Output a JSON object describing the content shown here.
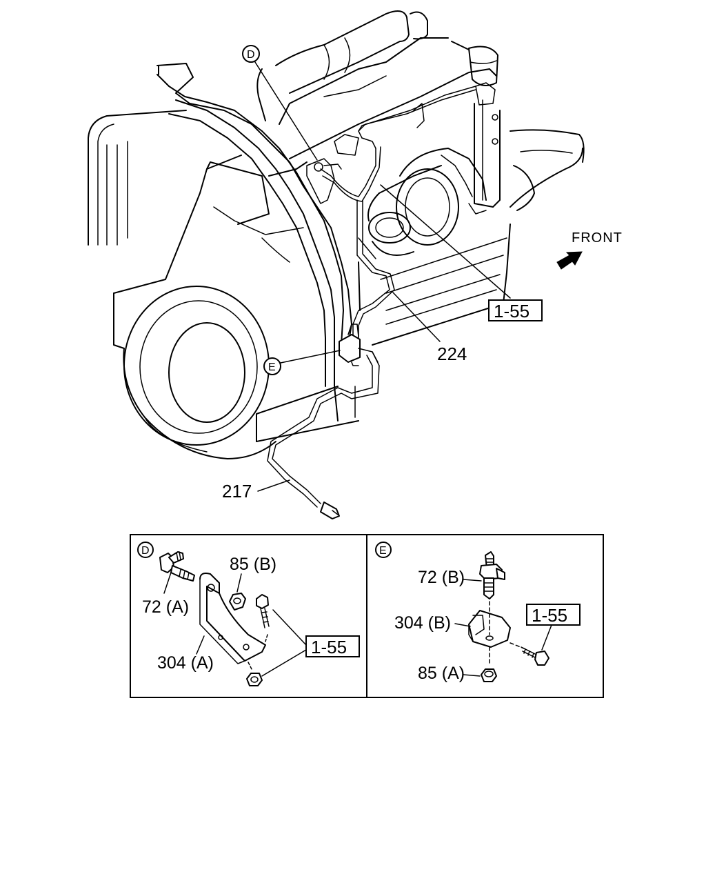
{
  "main": {
    "front_label": "FRONT",
    "circle_d": "D",
    "circle_e": "E",
    "ref_main": "1-55",
    "part_224": "224",
    "part_217": "217"
  },
  "detail_d": {
    "circle": "D",
    "p85b": "85 (B)",
    "p72a": "72 (A)",
    "p304a": "304 (A)",
    "ref": "1-55"
  },
  "detail_e": {
    "circle": "E",
    "p72b": "72 (B)",
    "p304b": "304 (B)",
    "p85a": "85 (A)",
    "ref": "1-55"
  }
}
